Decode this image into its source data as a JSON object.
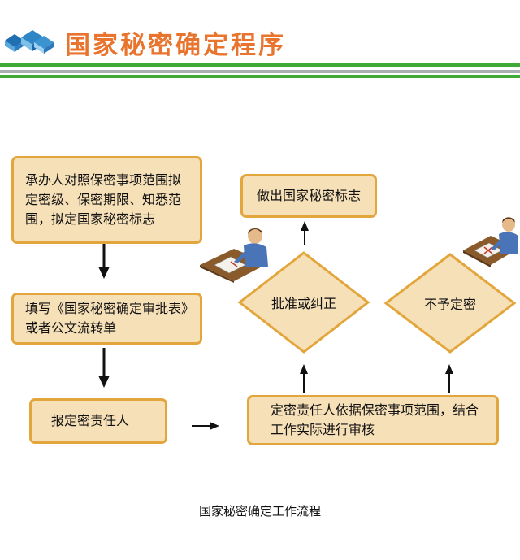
{
  "header": {
    "title": "国家秘密确定程序"
  },
  "flow": {
    "step1": "承办人对照保密事项范围拟定密级、保密期限、知悉范围，拟定国家秘密标志",
    "step2": "填写《国家秘密确定审批表》或者公文流转单",
    "step3": "报定密责任人",
    "review": "定密责任人依据保密事项范围，结合工作实际进行审核",
    "approve": "批准或纠正",
    "reject": "不予定密",
    "mark": "做出国家秘密标志"
  },
  "caption": "国家秘密确定工作流程",
  "colors": {
    "box_fill": "#f6e0b8",
    "box_border": "#e3a63c",
    "title": "#e8742e",
    "green_line": "#3faa36",
    "gray_line": "#a8b0b2",
    "logo_blue": "#2f86c6"
  },
  "icons": [
    "logo-cubes-icon",
    "person-at-desk-icon"
  ]
}
